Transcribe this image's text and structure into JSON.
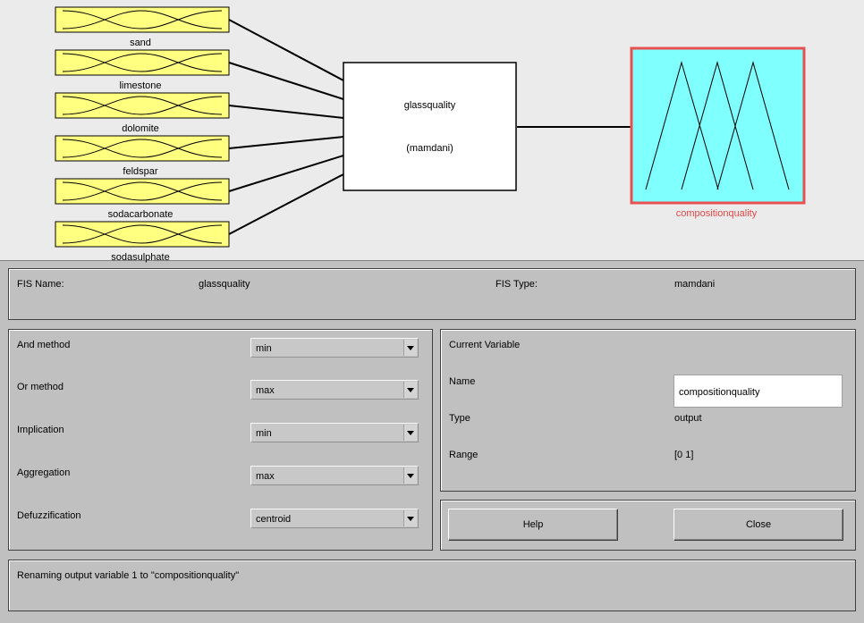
{
  "diagram": {
    "inputs": [
      "sand",
      "limestone",
      "dolomite",
      "feldspar",
      "sodacarbonate",
      "sodasulphate"
    ],
    "system_name": "glassquality",
    "system_type": "(mamdani)",
    "output": "compositionquality",
    "colors": {
      "input_fill": "#ffff80",
      "output_fill": "#80ffff",
      "selected_border": "#e85050",
      "output_label": "#e04848"
    }
  },
  "fis": {
    "name_label": "FIS Name:",
    "name_value": "glassquality",
    "type_label": "FIS Type:",
    "type_value": "mamdani"
  },
  "methods": {
    "and_label": "And method",
    "and_value": "min",
    "or_label": "Or method",
    "or_value": "max",
    "implication_label": "Implication",
    "implication_value": "min",
    "aggregation_label": "Aggregation",
    "aggregation_value": "max",
    "defuzz_label": "Defuzzification",
    "defuzz_value": "centroid"
  },
  "current_variable": {
    "title": "Current Variable",
    "name_label": "Name",
    "name_value": "compositionquality",
    "type_label": "Type",
    "type_value": "output",
    "range_label": "Range",
    "range_value": "[0 1]"
  },
  "buttons": {
    "help": "Help",
    "close": "Close"
  },
  "status": "Renaming output variable 1 to \"compositionquality\""
}
